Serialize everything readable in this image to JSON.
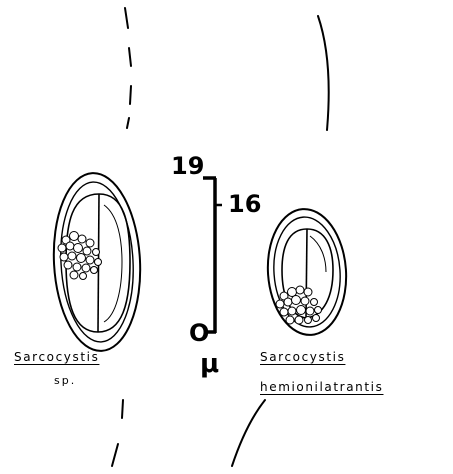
{
  "scale": {
    "top_value": "19",
    "mid_value": "16",
    "bottom_value": "O",
    "unit": "μ"
  },
  "left_specimen": {
    "genus": "Sarcocystis",
    "species": "sp."
  },
  "right_specimen": {
    "genus": "Sarcocystis",
    "species": "hemionilatrantis"
  },
  "colors": {
    "ink": "#000000",
    "background": "#ffffff"
  }
}
